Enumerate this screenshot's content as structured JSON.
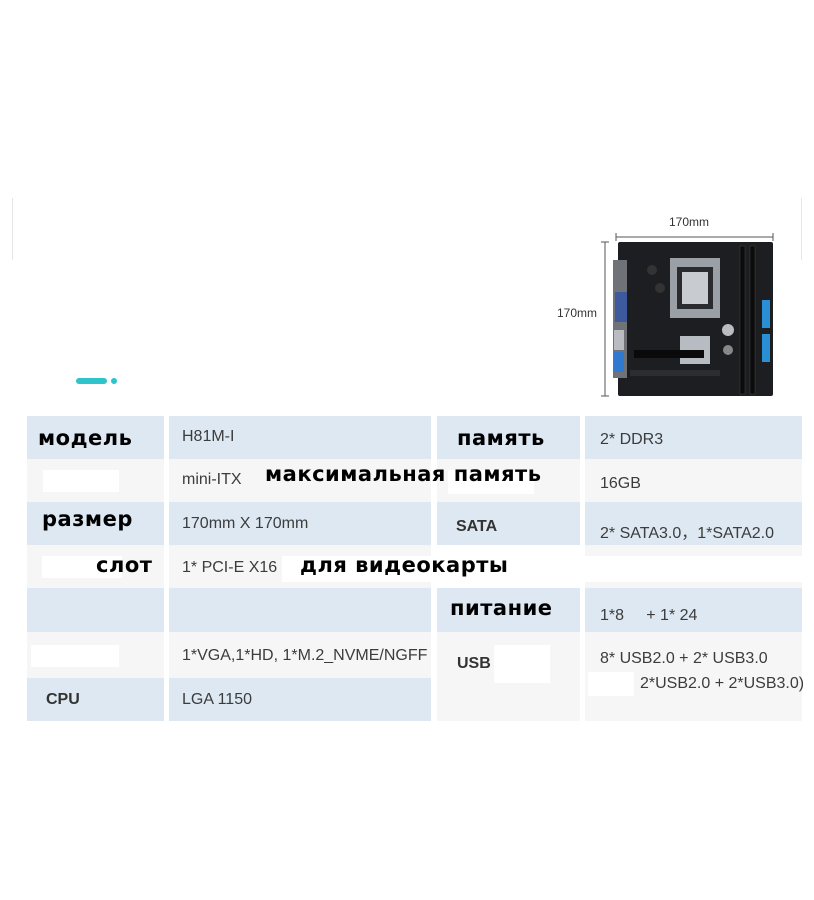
{
  "colors": {
    "accent": "#2ec4c9",
    "row_blue": "#dde8f3",
    "row_pale": "#f6f6f6"
  },
  "board": {
    "width_label": "170mm",
    "height_label": "170mm"
  },
  "specs": {
    "model_label": "модель",
    "model_value": "H81M-I",
    "form_value": "mini-ITX",
    "max_memory_label": "максимальная память",
    "size_label": "размер",
    "size_value": "170mm X 170mm",
    "slot_label": "слот",
    "slot_value": "1* PCI-E  X16",
    "gpu_label": "для видеокарты",
    "io_value": "1*VGA,1*HD,   1*M.2_NVME/NGFF",
    "cpu_label": "CPU",
    "cpu_value": "LGA 1150",
    "memory_label": "память",
    "memory_value": "2* DDR3",
    "max_memory_value": "16GB",
    "sata_label": "SATA",
    "sata_value": "2* SATA3.0，1*SATA2.0",
    "power_label": "питание",
    "power_value": "1*8     + 1* 24",
    "usb_label": "USB",
    "usb_value_1": "8* USB2.0 + 2* USB3.0",
    "usb_value_2": "2*USB2.0 + 2*USB3.0)"
  }
}
